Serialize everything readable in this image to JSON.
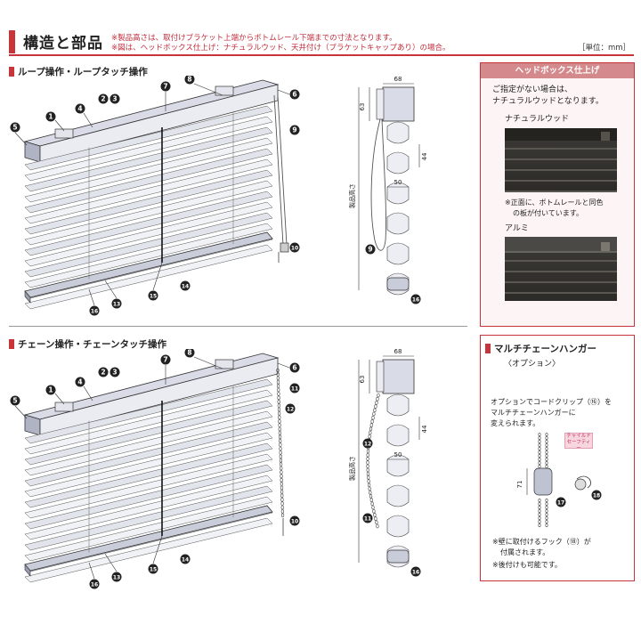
{
  "header": {
    "title": "構造と部品",
    "note1": "※製品高さは、取付けブラケット上端からボトムレール下端までの寸法となります。",
    "note2": "※図は、ヘッドボックス仕上げ：ナチュラルウッド、天井付け（ブラケットキャップあり）の場合。",
    "unit": "［単位：mm］"
  },
  "section_loop": {
    "title": "ループ操作・ループタッチ操作",
    "callouts_top": [
      "5",
      "1",
      "4",
      "2",
      "3",
      "7",
      "8",
      "6",
      "9"
    ],
    "callouts_bottom": [
      "10",
      "15",
      "14",
      "13",
      "16"
    ]
  },
  "section_chain": {
    "title": "チェーン操作・チェーンタッチ操作",
    "callouts_top": [
      "5",
      "1",
      "4",
      "2",
      "3",
      "7",
      "8",
      "6",
      "11",
      "12"
    ],
    "callouts_bottom": [
      "10",
      "15",
      "14",
      "13",
      "16"
    ]
  },
  "side_loop": {
    "dim_width": "68",
    "dim_head": "63",
    "dim_slat": "44",
    "dim_depth": "50",
    "height_label": "製品高さ",
    "callout_cord": "9",
    "callout_bottom": "16"
  },
  "side_chain": {
    "dim_width": "68",
    "dim_head": "63",
    "dim_slat": "44",
    "dim_depth": "50",
    "height_label": "製品高さ",
    "callout_upper": "12",
    "callout_lower": "11",
    "callout_bottom": "16"
  },
  "headbox_panel": {
    "title": "ヘッドボックス仕上げ",
    "intro_line1": "ご指定がない場合は、",
    "intro_line2": "ナチュラルウッドとなります。",
    "wood_label": "ナチュラルウッド",
    "wood_note_line1": "※正面に、ボトムレールと同色",
    "wood_note_line2": "の板が付いています。",
    "alu_label": "アルミ"
  },
  "chain_hanger_panel": {
    "title": "マルチチェーンハンガー",
    "subtitle": "〈オプション〉",
    "desc_line1": "オプションでコードクリップ（⑯）を",
    "desc_line2": "マルチチェーンハンガーに",
    "desc_line3": "変えられます。",
    "badge_line1": "チャイルド",
    "badge_line2": "セーフティー",
    "dim": "71",
    "callout_hanger": "17",
    "callout_hook": "18",
    "note1_line1": "※壁に取付けるフック（⑱）が",
    "note1_line2": "付属されます。",
    "note2": "※後付けも可能です。"
  },
  "colors": {
    "accent": "#c7343a",
    "panel_head": "#d4898d"
  }
}
